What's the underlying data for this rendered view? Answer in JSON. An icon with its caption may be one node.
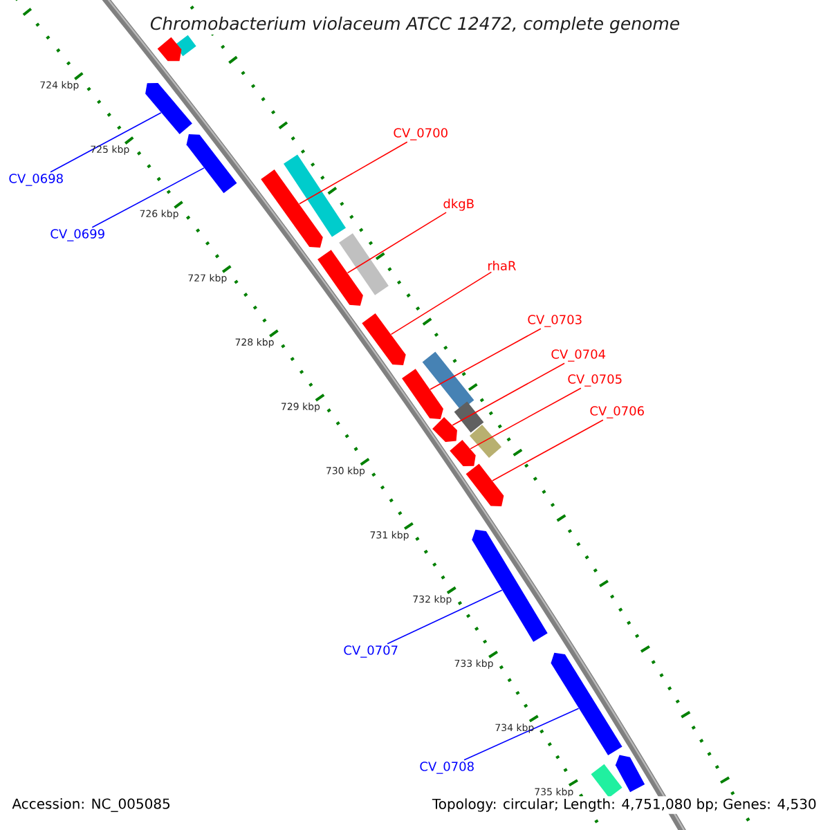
{
  "diagram": {
    "title": "Chromobacterium violaceum ATCC 12472, complete genome",
    "nodes": [
      {
        "text": [],
        "shape": "box"
      },
      {
        "text": [],
        "shape": "pentagon"
      },
      {
        "text": [],
        "shape": "pentagon"
      },
      {
        "text": [],
        "shape": "pentagon"
      },
      {
        "text": [],
        "shape": "pentagon"
      },
      {
        "text": [],
        "shape": "box"
      },
      {
        "text": [],
        "shape": "pentagon"
      },
      {
        "text": [],
        "shape": "box"
      },
      {
        "text": [],
        "shape": "pentagon"
      },
      {
        "text": [],
        "shape": "box"
      },
      {
        "text": [],
        "shape": "pentagon"
      },
      {
        "text": [],
        "shape": "box"
      },
      {
        "text": [],
        "shape": "pentagon"
      },
      {
        "text": [],
        "shape": "box"
      },
      {
        "text": [],
        "shape": "pentagon"
      },
      {
        "text": [],
        "shape": "pentagon"
      },
      {
        "text": [],
        "shape": "pentagon"
      },
      {
        "text": [],
        "shape": "pentagon"
      },
      {
        "text": [],
        "shape": "box"
      },
      {
        "text": [],
        "shape": "pentagon"
      },
      {
        "text": [
          "CV_0698"
        ]
      },
      {
        "text": [
          "CV_0699"
        ]
      },
      {
        "text": [
          "CV_0700"
        ]
      },
      {
        "text": [
          "dkgB"
        ]
      },
      {
        "text": [
          "rhaR"
        ]
      },
      {
        "text": [
          "CV_0703"
        ]
      },
      {
        "text": [
          "CV_0704"
        ]
      },
      {
        "text": [
          "CV_0705"
        ]
      },
      {
        "text": [
          "CV_0706"
        ]
      },
      {
        "text": [
          "CV_0707"
        ]
      },
      {
        "text": [
          "CV_0708"
        ]
      }
    ],
    "edges": [
      {
        "from": 20,
        "to": 2,
        "arrow": "none",
        "color": "#0000ff"
      },
      {
        "from": 21,
        "to": 3,
        "arrow": "none",
        "color": "#0000ff"
      },
      {
        "from": 22,
        "to": 4,
        "arrow": "none"
      },
      {
        "from": 23,
        "to": 6,
        "arrow": "none"
      },
      {
        "from": 24,
        "to": 8,
        "arrow": "none"
      },
      {
        "from": 25,
        "to": 10,
        "arrow": "none"
      },
      {
        "from": 26,
        "to": 12,
        "arrow": "none"
      },
      {
        "from": 27,
        "to": 14,
        "arrow": "none"
      },
      {
        "from": 28,
        "to": 15,
        "arrow": "none"
      },
      {
        "from": 29,
        "to": 16,
        "arrow": "none",
        "color": "#0000ff"
      },
      {
        "from": 30,
        "to": 17,
        "arrow": "none",
        "color": "#0000ff"
      }
    ],
    "labels": [
      "724 kbp",
      "725 kbp",
      "726 kbp",
      "727 kbp",
      "728 kbp",
      "729 kbp",
      "730 kbp",
      "731 kbp",
      "732 kbp",
      "733 kbp",
      "734 kbp",
      "735 kbp",
      "Accession: NC_005085",
      "Topology: circular; Length: 4,751,080 bp; Genes: 4,530"
    ]
  }
}
